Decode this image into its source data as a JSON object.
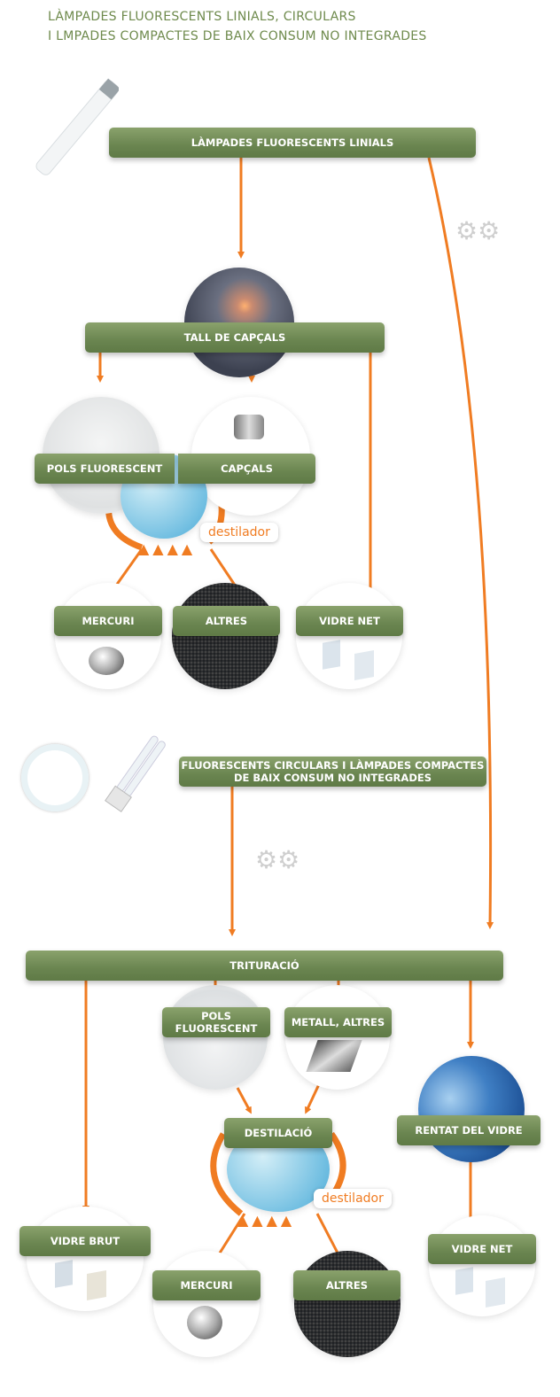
{
  "title": {
    "line1": "LÀMPADES FLUORESCENTS LINIALS, CIRCULARS",
    "line2": "I LMPADES COMPACTES DE BAIX CONSUM NO INTEGRADES"
  },
  "colors": {
    "box_green": "#6a8550",
    "arrow_orange": "#f07c22",
    "title_green": "#6e8a4c"
  },
  "section1": {
    "source": "LÀMPADES FLUORESCENTS LINIALS",
    "cut": "TALL DE CAPÇALS",
    "powder": "POLS FLUORESCENT",
    "caps": "CAPÇALS",
    "distiller": "destilador",
    "outputs": [
      "MERCURI",
      "ALTRES",
      "VIDRE NET"
    ]
  },
  "section2": {
    "source_line1": "FLUORESCENTS CIRCULARS I LÀMPADES COMPACTES",
    "source_line2": "DE BAIX CONSUM NO INTEGRADES",
    "crushing": "TRITURACIÓ",
    "powder_line1": "POLS",
    "powder_line2": "FLUORESCENT",
    "metal": "METALL, ALTRES",
    "distillation": "DESTILACIÓ",
    "distiller": "destilador",
    "glass_wash": "RENTAT DEL VIDRE",
    "raw_glass": "VIDRE BRUT",
    "outputs": [
      "MERCURI",
      "ALTRES"
    ],
    "clean_glass": "VIDRE NET"
  },
  "icons": [
    "linear-tube-icon",
    "gears-icon",
    "circular-tube-icon",
    "compact-lamp-icon",
    "flame-icon",
    "water-flask-icon"
  ]
}
